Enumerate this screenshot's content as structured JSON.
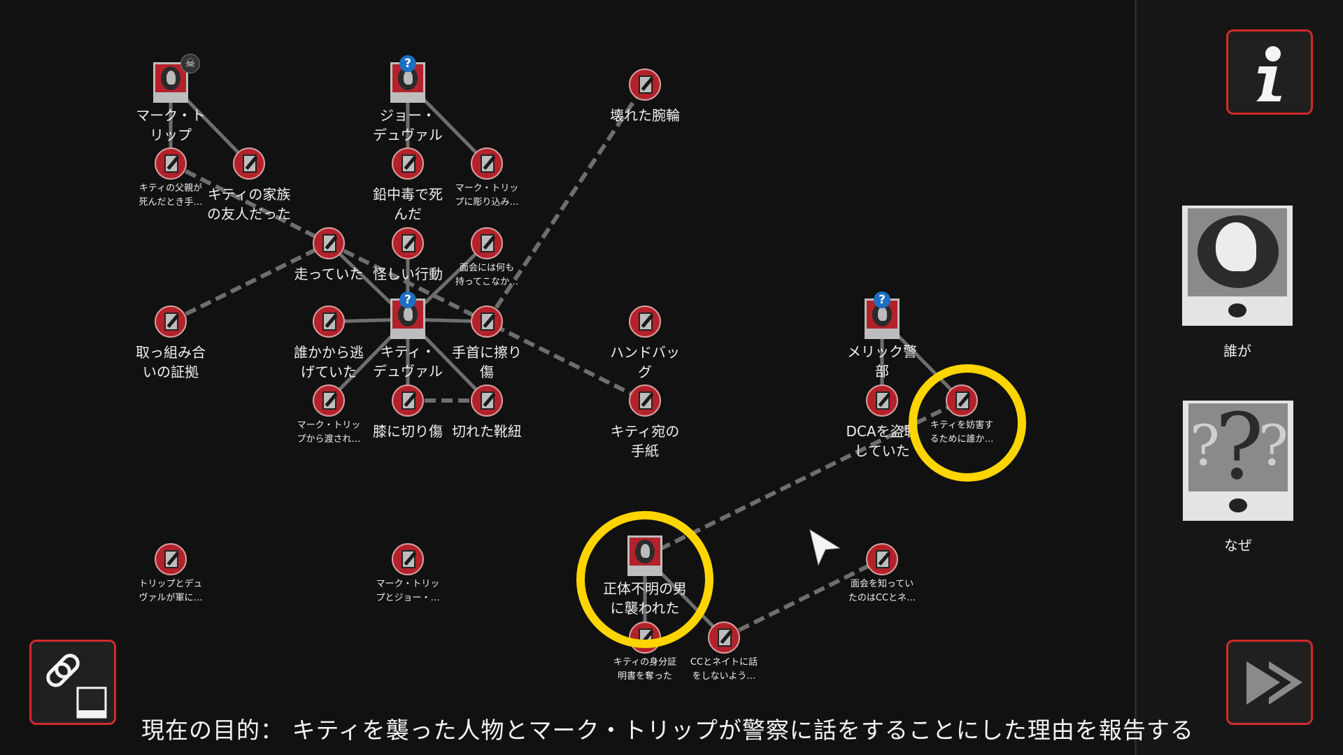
{
  "objective": "現在の目的： キティを襲った人物とマーク・トリップが警察に話をすることにした理由を報告する",
  "panel": {
    "who_label": "誰が",
    "why_label": "なぜ",
    "info_icon": "info-icon",
    "skip_icon": "fast-forward-icon",
    "link_icon": "link-photo-icon"
  },
  "colors": {
    "accent": "#d12a2a",
    "node_red": "#b3222a",
    "highlight": "#ffd500",
    "badge_blue": "#1c6fc2"
  },
  "nodes": [
    {
      "id": "mark",
      "type": "portrait",
      "label": "マーク・ト\nリップ",
      "badge": "skull",
      "size": "big"
    },
    {
      "id": "joe",
      "type": "portrait",
      "label": "ジョー・\nデュヴァル",
      "badge": "question",
      "size": "big"
    },
    {
      "id": "bracelet",
      "type": "note",
      "label": "壊れた腕輪",
      "size": "big"
    },
    {
      "id": "father",
      "type": "note",
      "label": "キティの父親が\n死んだとき手…",
      "size": "small"
    },
    {
      "id": "friend",
      "type": "note",
      "label": "キティの家族\nの友人だった",
      "size": "big"
    },
    {
      "id": "lead",
      "type": "note",
      "label": "鉛中毒で死\nんだ",
      "size": "big"
    },
    {
      "id": "carved",
      "type": "note",
      "label": "マーク・トリッ\nプに彫り込み…",
      "size": "small"
    },
    {
      "id": "running",
      "type": "note",
      "label": "走っていた",
      "size": "big"
    },
    {
      "id": "suspicious",
      "type": "note",
      "label": "怪しい行動",
      "size": "big"
    },
    {
      "id": "meeting",
      "type": "note",
      "label": "面会には何も\n持ってこなか…",
      "size": "small"
    },
    {
      "id": "struggle",
      "type": "note",
      "label": "取っ組み合\nいの証拠",
      "size": "big"
    },
    {
      "id": "fleeing",
      "type": "note",
      "label": "誰かから逃\nげていた",
      "size": "big"
    },
    {
      "id": "kitty",
      "type": "portrait",
      "label": "キティ・\nデュヴァル",
      "badge": "question",
      "size": "big"
    },
    {
      "id": "wrist",
      "type": "note",
      "label": "手首に擦り\n傷",
      "size": "big"
    },
    {
      "id": "handbag",
      "type": "note",
      "label": "ハンドバッ\nグ",
      "size": "big"
    },
    {
      "id": "merrick",
      "type": "portrait",
      "label": "メリック警\n部",
      "badge": "question",
      "size": "big"
    },
    {
      "id": "given",
      "type": "note",
      "label": "マーク・トリッ\nプから渡され…",
      "size": "small"
    },
    {
      "id": "knee",
      "type": "note",
      "label": "膝に切り傷",
      "size": "big"
    },
    {
      "id": "lace",
      "type": "note",
      "label": "切れた靴紐",
      "size": "big"
    },
    {
      "id": "letter",
      "type": "note",
      "label": "キティ宛の\n手紙",
      "size": "big"
    },
    {
      "id": "dca",
      "type": "note",
      "label": "DCAを盗聴\nしていた",
      "size": "big"
    },
    {
      "id": "hinder",
      "type": "note",
      "label": "キティを妨害す\nるために誰か…",
      "size": "small"
    },
    {
      "id": "army",
      "type": "note",
      "label": "トリップとデュ\nヴァルが軍に…",
      "size": "small"
    },
    {
      "id": "markjoe",
      "type": "note",
      "label": "マーク・トリッ\nプとジョー・…",
      "size": "small"
    },
    {
      "id": "unknown",
      "type": "portrait",
      "label": "正体不明の男\nに襲われた",
      "size": "big"
    },
    {
      "id": "knew",
      "type": "note",
      "label": "面会を知ってい\nたのはCCとネ…",
      "size": "small"
    },
    {
      "id": "id",
      "type": "note",
      "label": "キティの身分証\n明書を奪った",
      "size": "small"
    },
    {
      "id": "cc",
      "type": "note",
      "label": "CCとネイトに話\nをしないよう…",
      "size": "small"
    }
  ],
  "edges": [
    {
      "from": "mark",
      "to": "father",
      "style": "solid"
    },
    {
      "from": "mark",
      "to": "friend",
      "style": "solid"
    },
    {
      "from": "joe",
      "to": "lead",
      "style": "solid"
    },
    {
      "from": "joe",
      "to": "carved",
      "style": "solid"
    },
    {
      "from": "kitty",
      "to": "running",
      "style": "solid"
    },
    {
      "from": "kitty",
      "to": "suspicious",
      "style": "solid"
    },
    {
      "from": "kitty",
      "to": "meeting",
      "style": "solid"
    },
    {
      "from": "kitty",
      "to": "fleeing",
      "style": "solid"
    },
    {
      "from": "kitty",
      "to": "wrist",
      "style": "solid"
    },
    {
      "from": "kitty",
      "to": "given",
      "style": "solid"
    },
    {
      "from": "kitty",
      "to": "knee",
      "style": "solid"
    },
    {
      "from": "kitty",
      "to": "lace",
      "style": "solid"
    },
    {
      "from": "merrick",
      "to": "dca",
      "style": "solid"
    },
    {
      "from": "merrick",
      "to": "hinder",
      "style": "solid"
    },
    {
      "from": "unknown",
      "to": "id",
      "style": "solid"
    },
    {
      "from": "unknown",
      "to": "cc",
      "style": "solid"
    },
    {
      "from": "father",
      "to": "running",
      "style": "dashed"
    },
    {
      "from": "running",
      "to": "letter",
      "style": "dashed"
    },
    {
      "from": "struggle",
      "to": "running",
      "style": "dashed"
    },
    {
      "from": "wrist",
      "to": "bracelet",
      "style": "dashed"
    },
    {
      "from": "knee",
      "to": "lace",
      "style": "dashed"
    },
    {
      "from": "unknown",
      "to": "hinder",
      "style": "dashed"
    },
    {
      "from": "cc",
      "to": "knew",
      "style": "dashed"
    }
  ],
  "highlighted": [
    "unknown",
    "hinder"
  ]
}
